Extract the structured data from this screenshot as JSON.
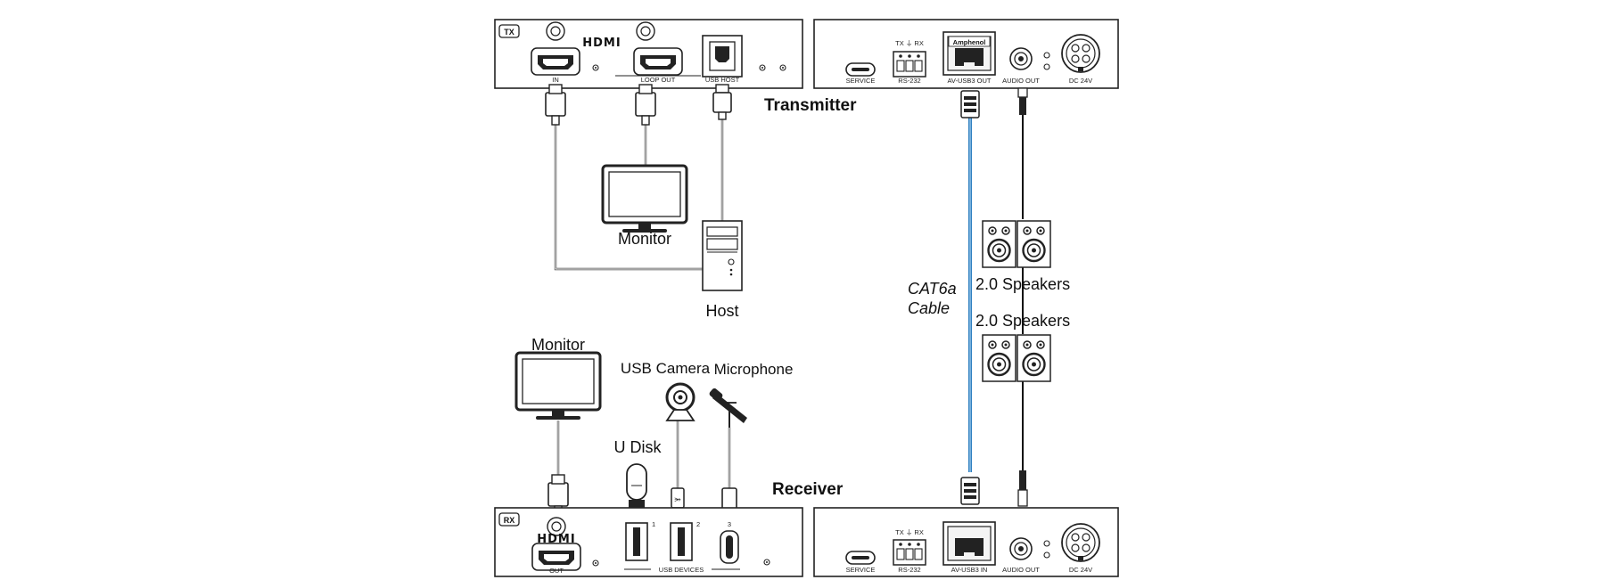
{
  "colors": {
    "line": "#222222",
    "cat6a_cable": "#2f7fc0",
    "background": "#ffffff"
  },
  "transmitter": {
    "badge": "TX",
    "logo": "HDMI",
    "ports": {
      "in": "IN",
      "loop_out": "LOOP OUT",
      "usb_host": "USB HOST",
      "service": "SERVICE",
      "rs232": "RS-232",
      "tx_rx": "TX ⏚ RX",
      "av_usb3": "AV-USB3 OUT",
      "audio_out": "AUDIO OUT",
      "dc": "DC 24V",
      "rj45_brand": "Amphenol"
    },
    "title": "Transmitter"
  },
  "receiver": {
    "badge": "RX",
    "logo": "HDMI",
    "ports": {
      "out": "OUT",
      "usb1": "1",
      "usb2": "2",
      "usb3": "3",
      "usb_devices": "USB DEVICES",
      "service": "SERVICE",
      "rs232": "RS-232",
      "tx_rx": "TX ⏚ RX",
      "av_usb3": "AV-USB3 IN",
      "audio_out": "AUDIO OUT",
      "dc": "DC 24V"
    },
    "title": "Receiver"
  },
  "devices": {
    "tx_monitor": "Monitor",
    "host": "Host",
    "rx_monitor": "Monitor",
    "usb_camera": "USB Camera",
    "microphone": "Microphone",
    "u_disk": "U Disk",
    "speakers_top": "2.0 Speakers",
    "speakers_bottom": "2.0 Speakers"
  },
  "cable": {
    "line1": "CAT6a",
    "line2": "Cable"
  }
}
